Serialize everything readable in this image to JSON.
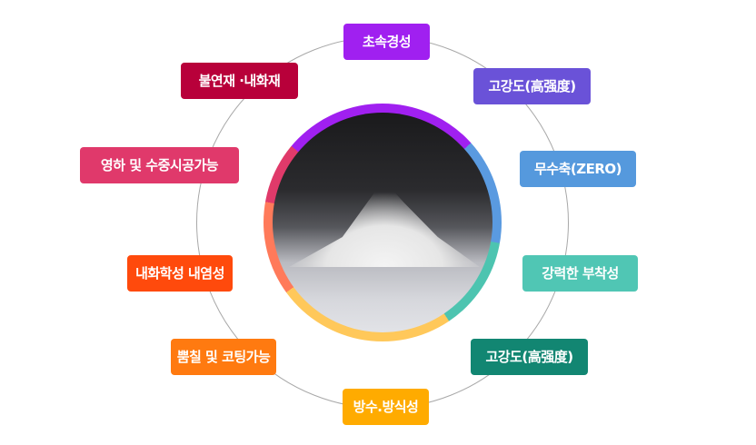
{
  "features": [
    {
      "label": "초속경성",
      "color": "#a020f0"
    },
    {
      "label": "고강도(高强度)",
      "color": "#6a52d8"
    },
    {
      "label": "무수축(ZERO)",
      "color": "#5599dd"
    },
    {
      "label": "강력한 부착성",
      "color": "#50c6b4"
    },
    {
      "label": "고강도(高强度)",
      "color": "#128672"
    },
    {
      "label": "방수.방식성",
      "color": "#ffab00"
    },
    {
      "label": "뿜칠 및 코팅가능",
      "color": "#ff7a10"
    },
    {
      "label": "내화학성 내염성",
      "color": "#ff4a0c"
    },
    {
      "label": "영하 및 수중시공가능",
      "color": "#e0396b"
    },
    {
      "label": "불연재 ·내화재",
      "color": "#b8003a"
    }
  ]
}
